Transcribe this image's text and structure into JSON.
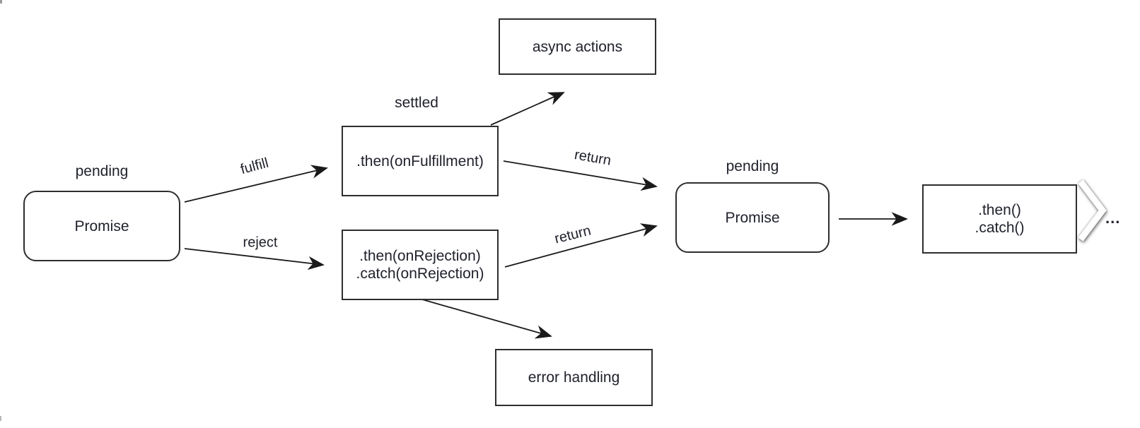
{
  "diagram": {
    "nodes": {
      "promise_left": {
        "label": "Promise",
        "state": "pending"
      },
      "then_fulfillment": {
        "label": ".then(onFulfillment)",
        "state": "settled"
      },
      "then_rejection": {
        "line1": ".then(onRejection)",
        "line2": ".catch(onRejection)"
      },
      "async_actions": {
        "label": "async actions"
      },
      "error_handling": {
        "label": "error handling"
      },
      "promise_right": {
        "label": "Promise",
        "state": "pending"
      },
      "then_catch": {
        "line1": ".then()",
        "line2": ".catch()"
      }
    },
    "edge_labels": {
      "fulfill": "fulfill",
      "reject": "reject",
      "return_fulfill": "return",
      "return_reject": "return"
    },
    "continuation": {
      "ellipsis": "...",
      "icon": "chevron-right-icon"
    },
    "colors": {
      "background": "#ffffff",
      "node_border": "#2e2e2e",
      "arrow": "#1a1a1a",
      "text": "#20222c"
    }
  }
}
